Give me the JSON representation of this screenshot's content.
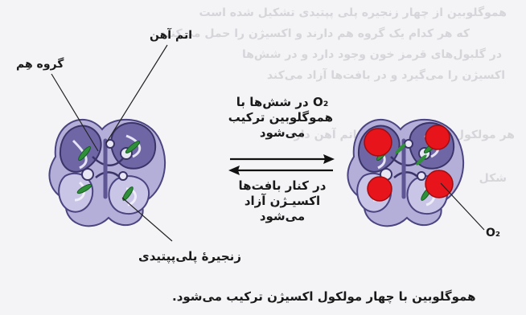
{
  "background_text_lines": [
    "ﻫﻤﻮﮔﻠﻮﺑﯿﻦ ﺍﺯ ﭼﻬﺎﺭ ﺯﻧﺠﯿﺮﻩ ﭘﻠﯽ ﭘﭙﺘﯿﺪﯼ ﺗﺸﮑﯿﻞ ﺷﺪﻩ ﺍﺳﺖ",
    "ﮐﻪ ﻫﺮ ﮐﺪﺍﻡ ﯾﮏ ﮔﺮﻭﻩ ﻫﻢ ﺩﺍﺭﻧﺪ ﻭ ﺍﮐﺴﯿﮋﻥ ﺭﺍ ﺣﻤﻞ ﻣﯽ‌ﮐﻨﻨﺪ",
    "ﺩﺭ ﮔﻠﺒﻮﻝ‌ﻫﺎﯼ ﻗﺮﻣﺰ ﺧﻮﻥ ﻭﺟﻮﺩ ﺩﺍﺭﺩ ﻭ ﺩﺭ ﺷﺶ‌ﻫﺎ",
    "ﺍﮐﺴﯿﮋﻥ ﺭﺍ ﻣﯽ‌ﮔﯿﺮﺩ ﻭ ﺩﺭ ﺑﺎﻓﺖ‌ﻫﺎ ﺁﺯﺍﺩ ﻣﯽ‌ﮐﻨﺪ",
    "ﻫﺮ ﻣﻮﻟﮑﻮﻝ ﻫﻤﻮﮔﻠﻮﺑﯿﻦ ﭼﻬﺎﺭ ﺍﺗﻢ ﺁﻫﻦ ﺩﺍﺭﺩ",
    "ﺷﮑﻞ"
  ],
  "labels": {
    "iron_atom": "اتم آهن",
    "heme_group": "گروه هِم",
    "polypeptide_chain": "زنجیرهٔ پلی‌پپتیدی",
    "o2_right": "O₂",
    "caption": "هموگلوبین با چهار مولکول اکسیژن ترکیب می‌شود."
  },
  "forward_reaction": {
    "lines": [
      "O₂ در شش‌ها با",
      "هموگلوبین ترکیب",
      "می‌شود"
    ]
  },
  "reverse_reaction": {
    "lines": [
      "در کنار بافت‌ها",
      "اکسیـژن آزاد",
      "می‌شود"
    ]
  },
  "colors": {
    "ribbon_dark": "#6f66a6",
    "ribbon_light": "#b3afd8",
    "heme": "#2f8f3a",
    "oxygen": "#e8141b",
    "text": "#1a1a1a"
  }
}
